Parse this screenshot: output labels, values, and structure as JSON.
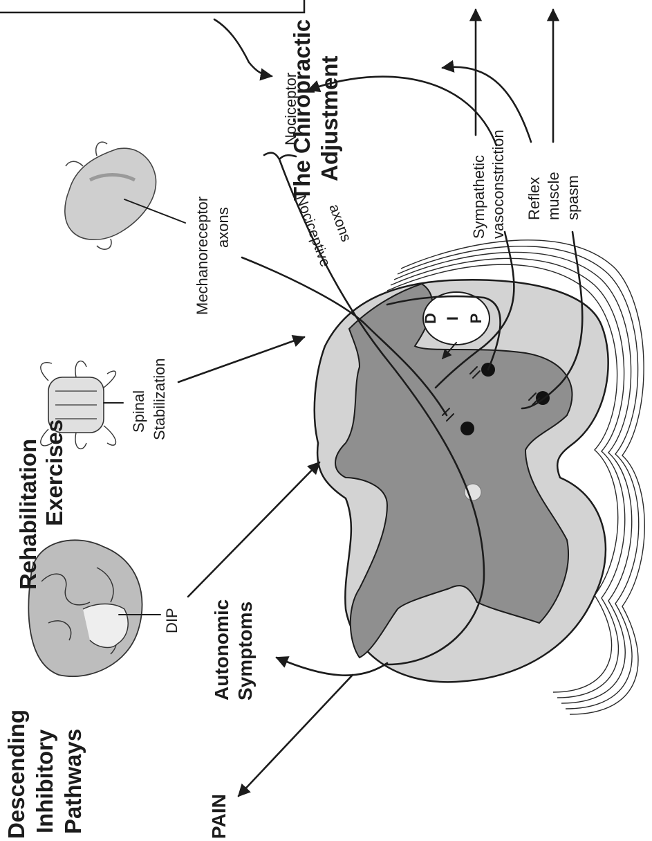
{
  "labels": {
    "chiropractic_line1": "The Chiropractic",
    "chiropractic_line2": "Adjustment",
    "rehab_line1": "Rehabilitation",
    "rehab_line2": "Exercises",
    "descending_line1": "Descending",
    "descending_line2": "Inhibitory",
    "descending_line3": "Pathways",
    "spinal_line1": "Spinal",
    "spinal_line2": "Stabilization",
    "mechano_line1": "Mechanoreceptor",
    "mechano_line2": "axons",
    "nociceptor": "Nociceptor",
    "noci_axons_line1": "Nociceptive",
    "noci_axons_line2": "axons",
    "symp_line1": "Sympathetic",
    "symp_line2": "vasoconstriction",
    "reflex_line1": "Reflex",
    "reflex_line2": "muscle",
    "reflex_line3": "spasm",
    "dip": "DIP",
    "autonomic_line1": "Autonomic",
    "autonomic_line2": "Symptoms",
    "pain": "PAIN",
    "dip_d": "D",
    "dip_i": "I",
    "dip_p": "P"
  }
}
